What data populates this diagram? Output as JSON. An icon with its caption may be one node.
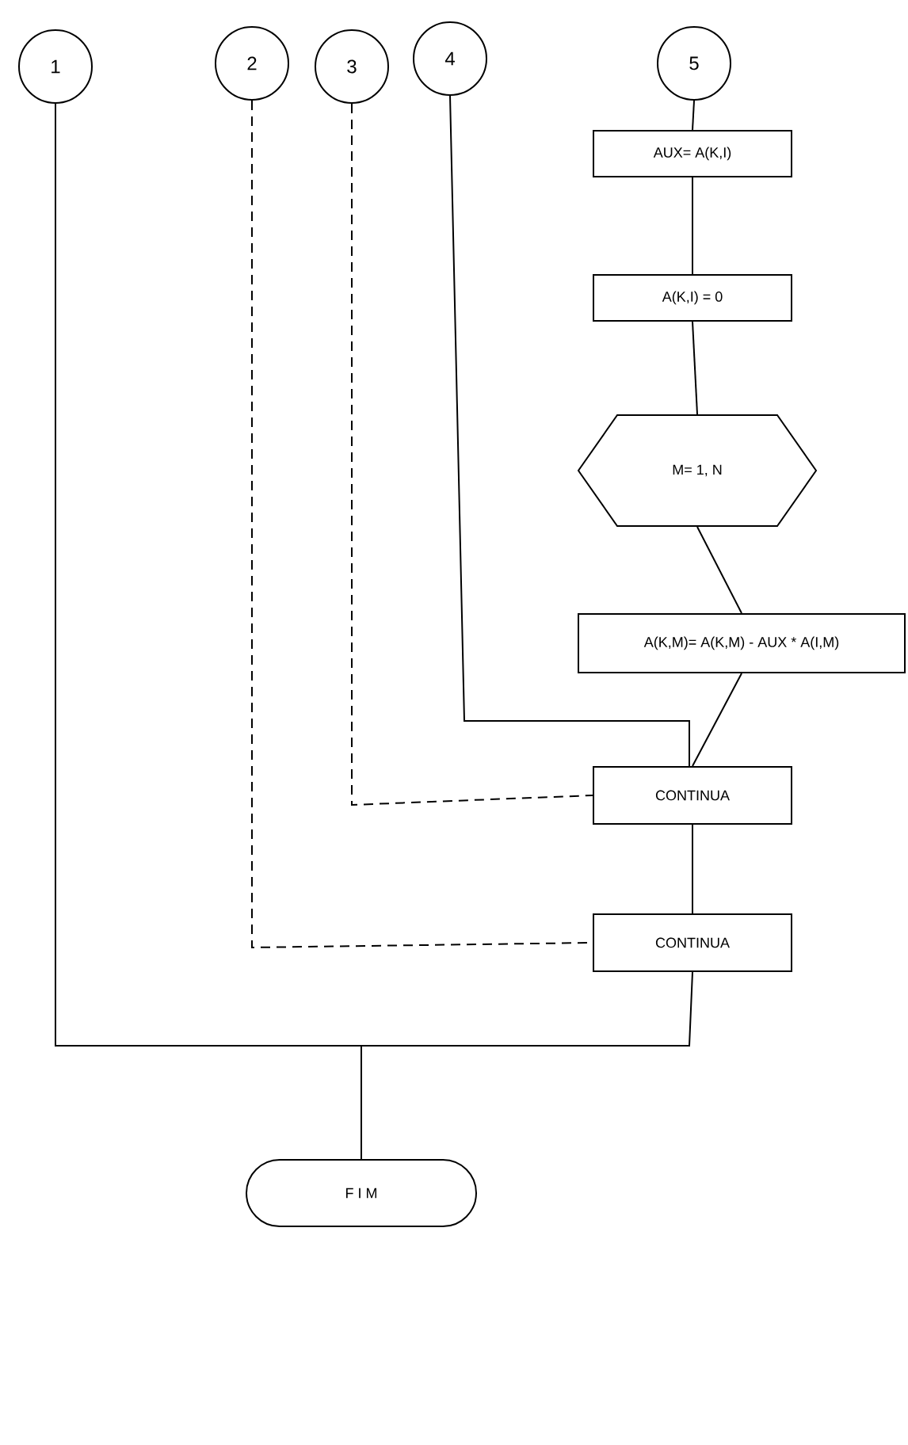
{
  "diagram": {
    "nodes": [
      {
        "text": [
          "1"
        ]
      },
      {
        "text": [
          "2"
        ]
      },
      {
        "text": [
          "3"
        ]
      },
      {
        "text": [
          "4"
        ]
      },
      {
        "text": [
          "5"
        ]
      },
      {
        "text": [
          "AUX= A(K,I)"
        ]
      },
      {
        "text": [
          "A(K,I) = 0"
        ]
      },
      {
        "text": [
          "M= 1, N"
        ]
      },
      {
        "text": [
          "A(K,M)= A(K,M) - AUX * A(I,M)"
        ]
      },
      {
        "text": [
          "CONTINUA"
        ]
      },
      {
        "text": [
          "CONTINUA"
        ]
      },
      {
        "text": [
          "F I M"
        ]
      }
    ],
    "edges": [
      {
        "from": 4,
        "to": 5,
        "arrow": "none"
      },
      {
        "from": 5,
        "to": 6,
        "arrow": "none"
      },
      {
        "from": 6,
        "to": 7,
        "arrow": "none"
      },
      {
        "from": 7,
        "to": 8,
        "arrow": "none"
      },
      {
        "from": 8,
        "to": 9,
        "arrow": "none"
      },
      {
        "from": 3,
        "to": 9,
        "arrow": "none"
      },
      {
        "from": 2,
        "to": 9,
        "arrow": "none",
        "style": "dashed"
      },
      {
        "from": 9,
        "to": 10,
        "arrow": "none"
      },
      {
        "from": 1,
        "to": 10,
        "arrow": "none",
        "style": "dashed"
      },
      {
        "from": 10,
        "to": 11,
        "arrow": "none"
      },
      {
        "from": 0,
        "to": 11,
        "arrow": "none"
      }
    ]
  }
}
